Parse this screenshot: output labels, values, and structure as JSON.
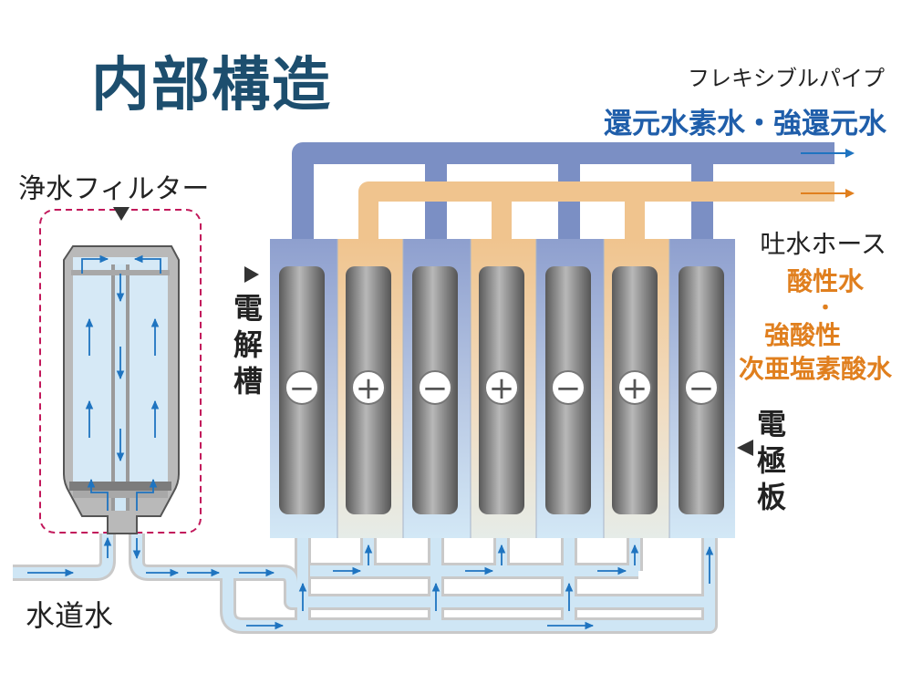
{
  "title": "内部構造",
  "labels": {
    "flexible_pipe": "フレキシブルパイプ",
    "reduced_water": "還元水素水・強還元水",
    "water_filter": "浄水フィルター",
    "outlet_hose": "吐水ホース",
    "acid_water": "酸性水",
    "dot": "・",
    "strong_acid_line1": "強酸性",
    "strong_acid_line2": "次亜塩素酸水",
    "electrolytic_cell": "電解槽",
    "electrode_plate": "電極板",
    "tap_water": "水道水"
  },
  "electrodes": [
    "−",
    "+",
    "−",
    "+",
    "−",
    "+",
    "−"
  ],
  "colors": {
    "title": "#1d4e6e",
    "reduced_text": "#1f5eaa",
    "acid_text": "#e07f1e",
    "blue_pipe": "#7b8fc4",
    "orange_pipe": "#f0c48e",
    "cell_top": "#8e9fce",
    "cell_bottom": "#d3e8f6",
    "filter_border": "#c2185b",
    "flow_arrow": "#1f74c0"
  },
  "icons": [
    "pointer-triangle-icon",
    "flow-arrow-icon",
    "minus-sign-icon",
    "plus-sign-icon"
  ]
}
